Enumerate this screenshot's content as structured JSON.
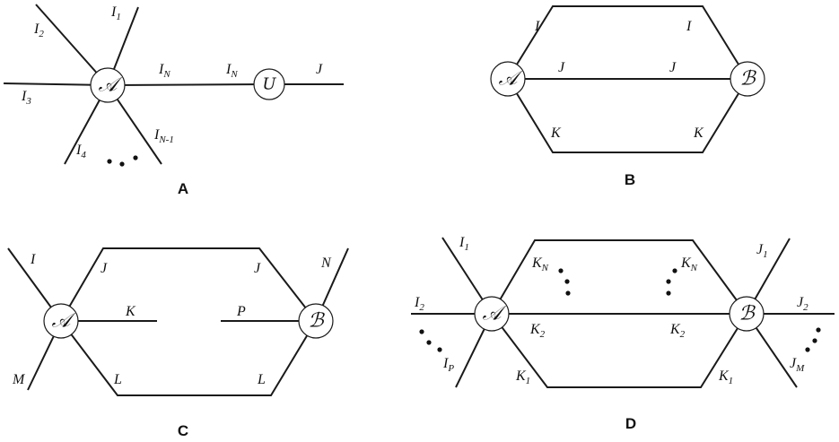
{
  "panels": {
    "a": {
      "letter": "A",
      "node_a": "𝒜",
      "node_u": "U",
      "labels": {
        "i1": "I",
        "i1_sub": "1",
        "i2": "I",
        "i2_sub": "2",
        "i3": "I",
        "i3_sub": "3",
        "i4": "I",
        "i4_sub": "4",
        "in_left": "I",
        "in_left_sub": "N",
        "in_right": "I",
        "in_right_sub": "N",
        "in1": "I",
        "in1_sub": "N-1",
        "j": "J"
      }
    },
    "b": {
      "letter": "B",
      "node_a": "𝒜",
      "node_b": "ℬ",
      "labels": {
        "i_left": "I",
        "i_right": "I",
        "j_left": "J",
        "j_right": "J",
        "k_left": "K",
        "k_right": "K"
      }
    },
    "c": {
      "letter": "C",
      "node_a": "𝒜",
      "node_b": "ℬ",
      "labels": {
        "i": "I",
        "m": "M",
        "n": "N",
        "j_left": "J",
        "j_right": "J",
        "k": "K",
        "p": "P",
        "l_left": "L",
        "l_right": "L"
      }
    },
    "d": {
      "letter": "D",
      "node_a": "𝒜",
      "node_b": "ℬ",
      "labels": {
        "i1": "I",
        "i1_sub": "1",
        "i2": "I",
        "i2_sub": "2",
        "ip": "I",
        "ip_sub": "P",
        "kn_left": "K",
        "kn_left_sub": "N",
        "kn_right": "K",
        "kn_right_sub": "N",
        "k2_left": "K",
        "k2_left_sub": "2",
        "k2_right": "K",
        "k2_right_sub": "2",
        "k1_left": "K",
        "k1_left_sub": "1",
        "k1_right": "K",
        "k1_right_sub": "1",
        "j1": "J",
        "j1_sub": "1",
        "j2": "J",
        "j2_sub": "2",
        "jm": "J",
        "jm_sub": "M"
      }
    }
  }
}
